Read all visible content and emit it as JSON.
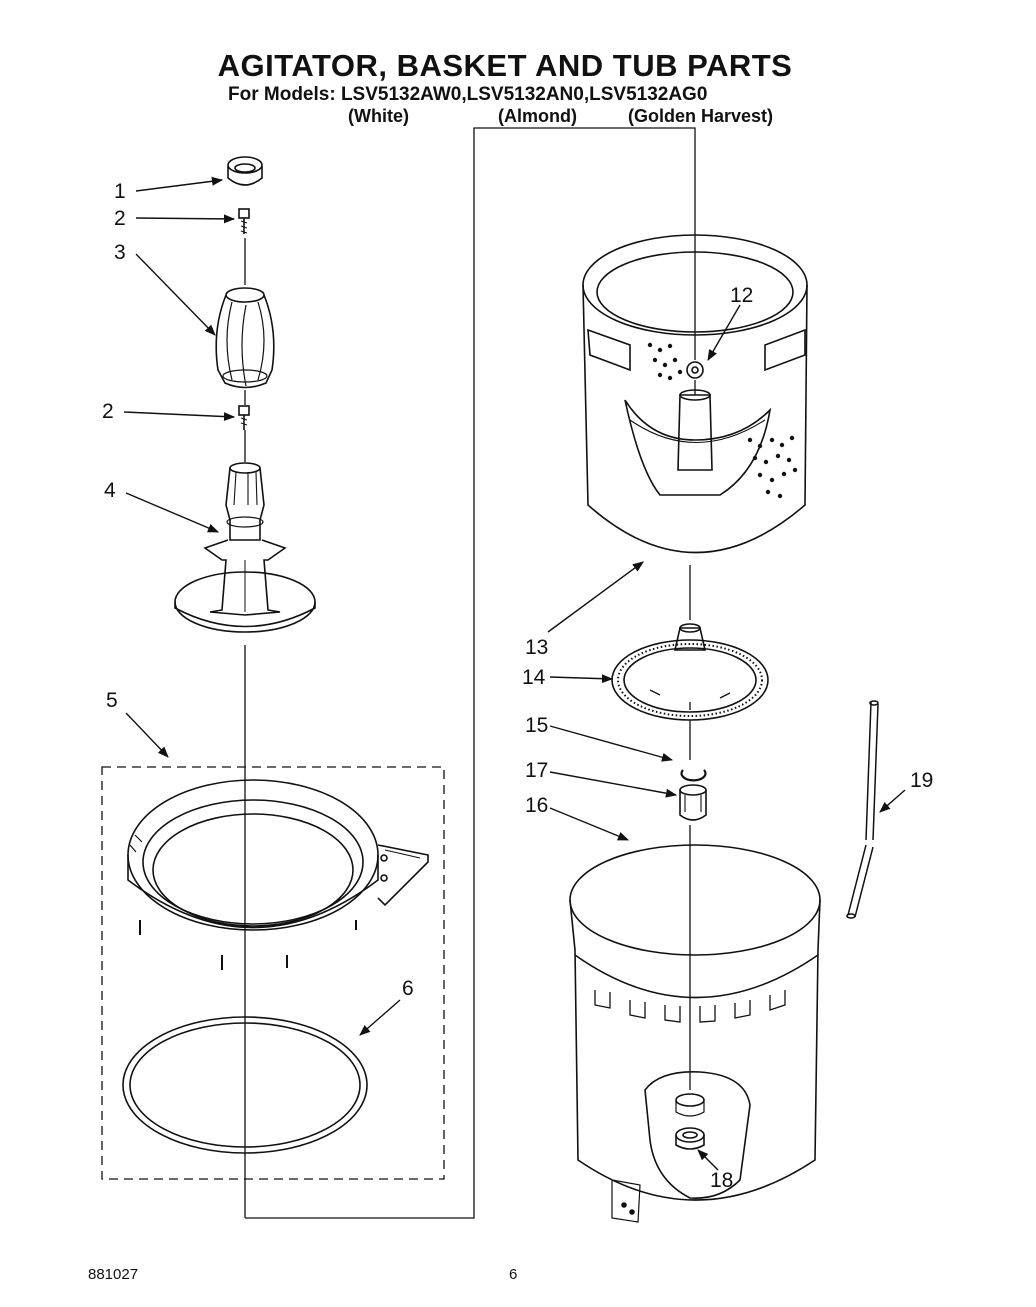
{
  "header": {
    "title": "AGITATOR, BASKET AND TUB PARTS",
    "models": "For Models: LSV5132AW0,LSV5132AN0,LSV5132AG0",
    "colors": [
      "(White)",
      "(Almond)",
      "(Golden Harvest)"
    ]
  },
  "callouts": [
    "1",
    "2",
    "3",
    "2",
    "4",
    "5",
    "6",
    "12",
    "13",
    "14",
    "15",
    "17",
    "16",
    "19",
    "18"
  ],
  "footer": {
    "code": "881027",
    "page": "6"
  },
  "icons": [
    "agitator-cap-icon",
    "agitator-bolt-icon",
    "agitator-upper-icon",
    "agitator-lower-icon",
    "balance-ring-kit-icon",
    "seal-ring-icon",
    "basket-nut-icon",
    "wash-basket-icon",
    "drive-block-icon",
    "snap-ring-icon",
    "hub-seal-icon",
    "outer-tub-icon",
    "drain-hose-icon",
    "tub-seal-icon"
  ],
  "colors": {
    "ink": "#111111",
    "paper": "#ffffff"
  }
}
